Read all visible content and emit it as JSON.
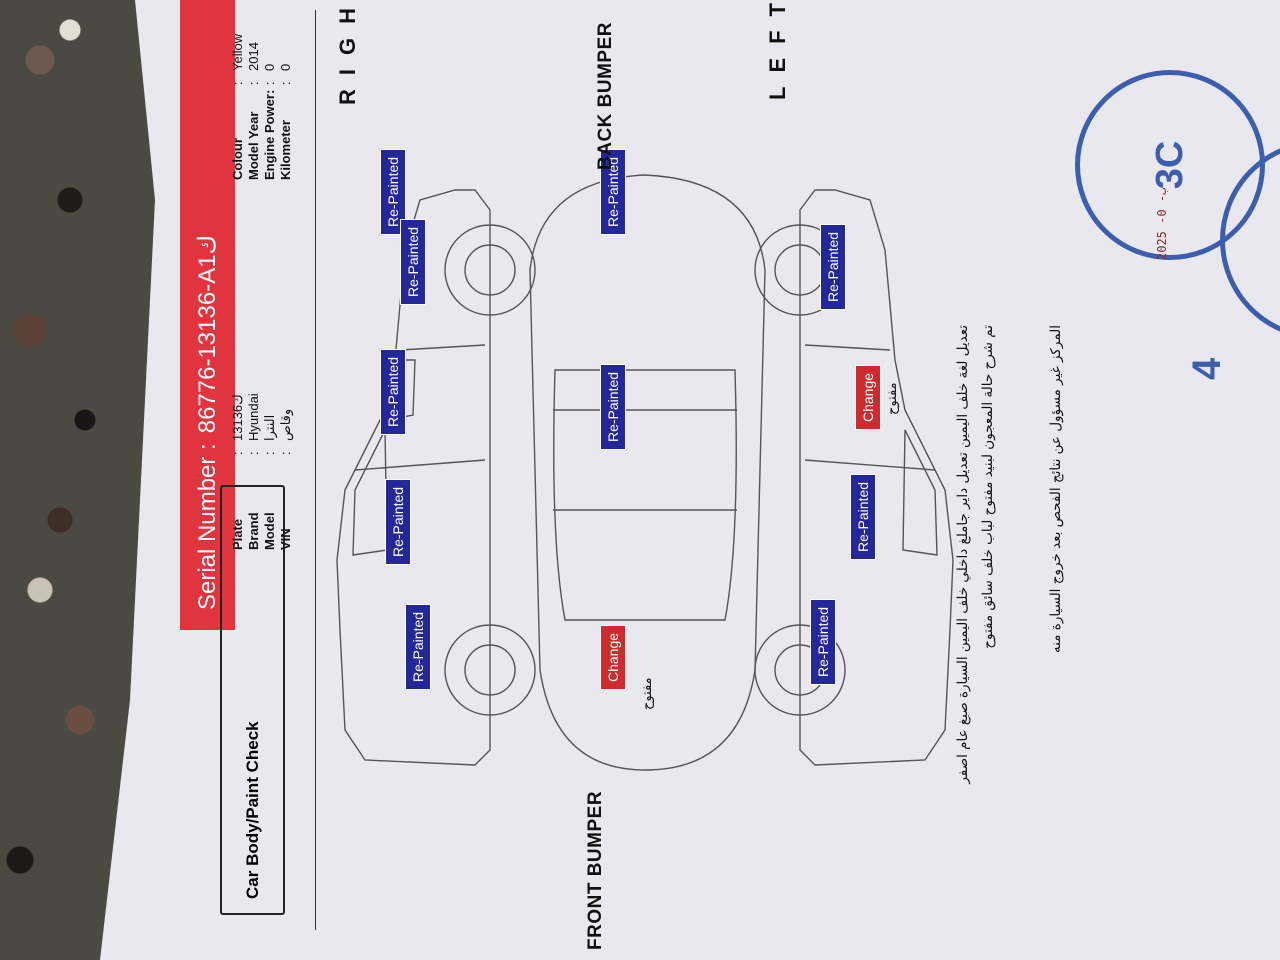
{
  "header": {
    "serial_label": "Serial Number :",
    "serial_value": "86776-13136-A1ك"
  },
  "vehicle": {
    "plate_label": "Plate",
    "plate_value": "13136ك",
    "brand_label": "Brand",
    "brand_value": "Hyundai",
    "model_label": "Model",
    "model_value": "النترا",
    "vin_label": "VIN",
    "vin_value": "وقاص",
    "colour_label": "Colour",
    "colour_value": "Yellow",
    "year_label": "Model Year",
    "year_value": "2014",
    "power_label": "Engine Power:",
    "power_value": "0",
    "km_label": "Kilometer",
    "km_value": "0"
  },
  "section_title": "Car Body/Paint Check",
  "labels": {
    "front_bumper": "FRONT BUMPER",
    "back_bumper": "BACK BUMPER",
    "right": "RIGHT",
    "left": "LEFT"
  },
  "tags": {
    "right_front_fender": "Re-Painted",
    "right_front_door": "Re-Painted",
    "right_rear_door": "Re-Painted",
    "right_c_pillar": "Re-Painted",
    "right_rear_quarter": "Re-Painted",
    "top_hood": "Change",
    "top_roof": "Re-Painted",
    "top_trunk": "Re-Painted",
    "left_front_fender": "Re-Painted",
    "left_front_door": "Re-Painted",
    "left_rear_door": "Change",
    "left_rear_quarter": "Re-Painted"
  },
  "hand_notes": {
    "hood_note": "مفتوح",
    "left_door_note": "مفتوح"
  },
  "notes": {
    "line1": "تعديل لغة خلف اليمين تعديل داير جاملغ داخلي خلف اليمين السيارة صبغ عام اصفر",
    "line2": "تم شرح حالة المعجون لبنيد مفتوح لباب خلف سائق مفتوح",
    "line3": "المركز غير مسؤول عن نتائج الفحص بعد خروج السيارة منه"
  },
  "stamps": {
    "stamp_text": "3C",
    "stamp_date": "2025 -ب- 0",
    "page_number": "4"
  },
  "colors": {
    "serial_bar": "#e2343f",
    "repainted": "#22279a",
    "change": "#cd2b2f",
    "stamp": "#3b5fae"
  }
}
